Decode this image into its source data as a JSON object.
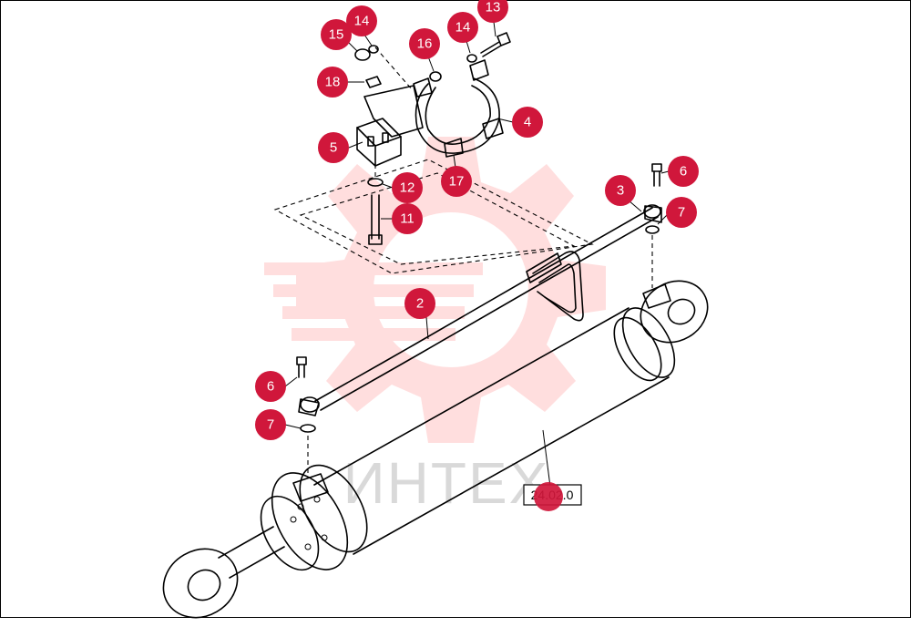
{
  "diagram": {
    "watermark": "ИНТЕХ",
    "reference_box": "24.02.0",
    "accent_color": "#d0173b",
    "callouts": [
      {
        "id": "c2",
        "label": "2"
      },
      {
        "id": "c3",
        "label": "3"
      },
      {
        "id": "c4",
        "label": "4"
      },
      {
        "id": "c5",
        "label": "5"
      },
      {
        "id": "c6a",
        "label": "6"
      },
      {
        "id": "c6b",
        "label": "6"
      },
      {
        "id": "c7a",
        "label": "7"
      },
      {
        "id": "c7b",
        "label": "7"
      },
      {
        "id": "c11",
        "label": "11"
      },
      {
        "id": "c12",
        "label": "12"
      },
      {
        "id": "c13",
        "label": "13"
      },
      {
        "id": "c14a",
        "label": "14"
      },
      {
        "id": "c14b",
        "label": "14"
      },
      {
        "id": "c15",
        "label": "15"
      },
      {
        "id": "c16",
        "label": "16"
      },
      {
        "id": "c17",
        "label": "17"
      },
      {
        "id": "c18",
        "label": "18"
      }
    ]
  }
}
